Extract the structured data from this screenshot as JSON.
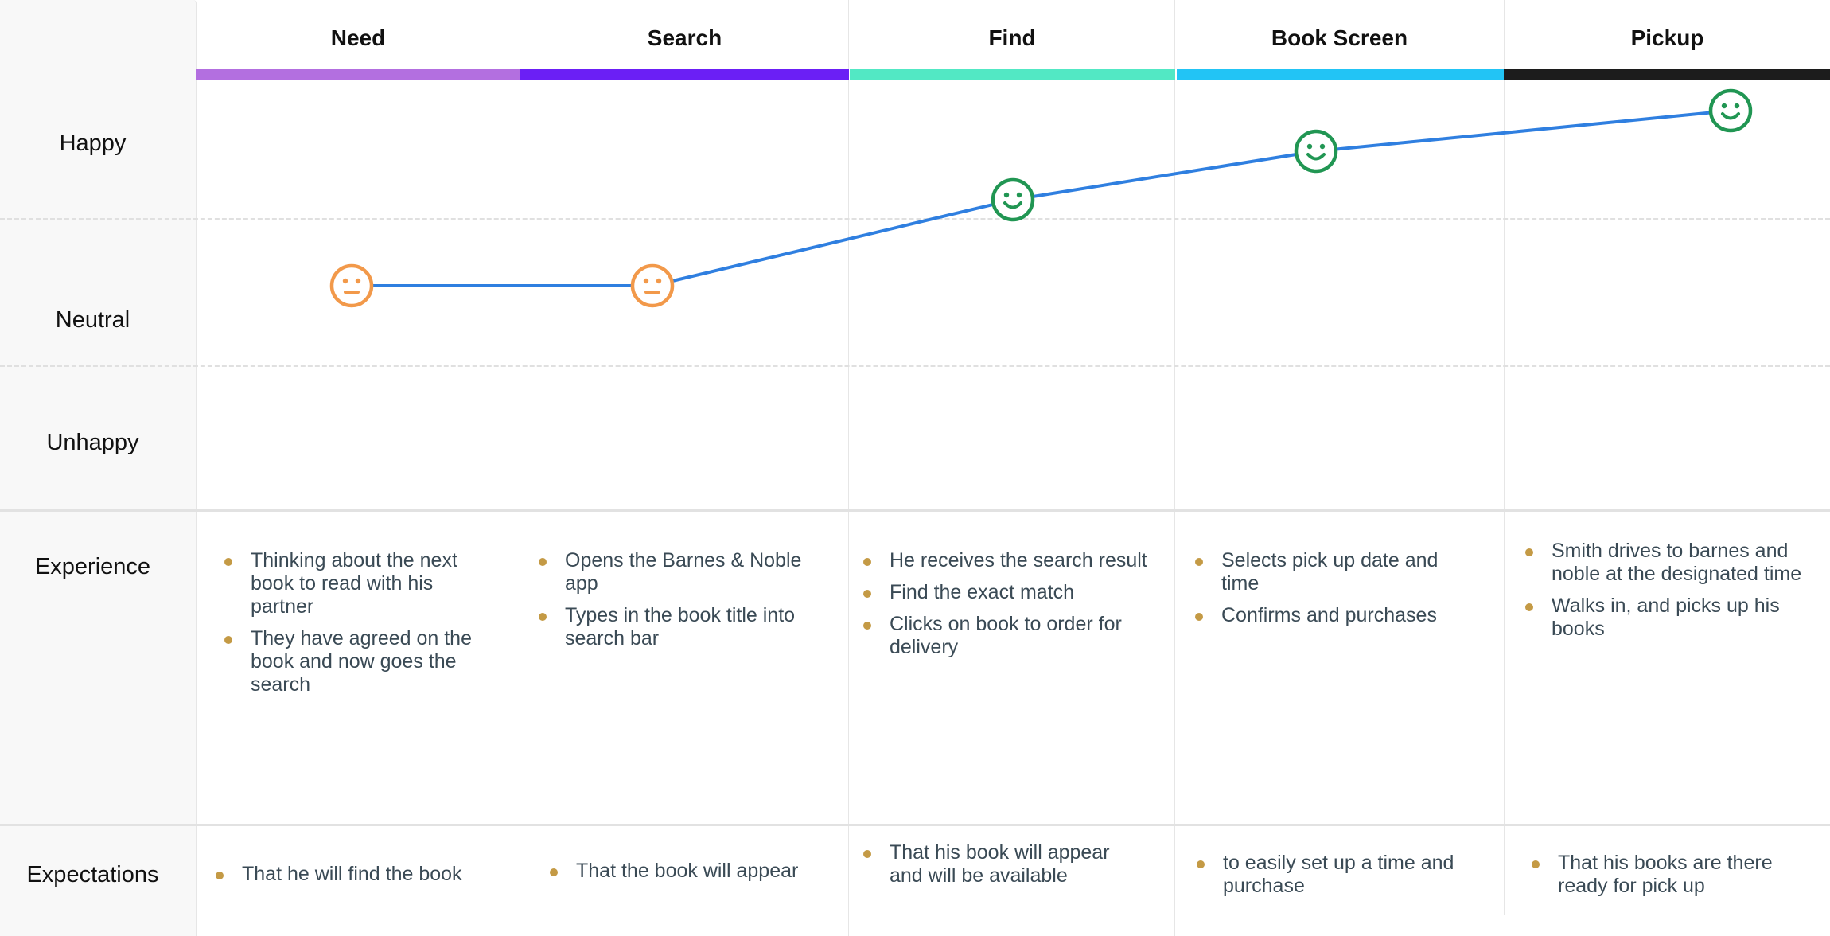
{
  "stages": [
    {
      "name": "Need",
      "color": "#b36fe0",
      "emotion": "neutral"
    },
    {
      "name": "Search",
      "color": "#6b1ff5",
      "emotion": "neutral"
    },
    {
      "name": "Find",
      "color": "#52e8c4",
      "emotion": "happy"
    },
    {
      "name": "Book Screen",
      "color": "#22c4f5",
      "emotion": "happy"
    },
    {
      "name": "Pickup",
      "color": "#1c1c1c",
      "emotion": "happy"
    }
  ],
  "emotion_rows": {
    "happy": "Happy",
    "neutral": "Neutral",
    "unhappy": "Unhappy"
  },
  "section_rows": {
    "experience": "Experience",
    "expectations": "Expectations"
  },
  "experience": [
    [
      "Thinking about the next book to read with his partner",
      "They have agreed on the book and now goes the search"
    ],
    [
      "Opens the Barnes & Noble app",
      "Types in the book title into search bar"
    ],
    [
      "He receives the search result",
      "Find the exact match",
      "Clicks on book to order for delivery"
    ],
    [
      "Selects pick up date and time",
      "Confirms and purchases"
    ],
    [
      "Smith drives to barnes and noble at the designated time",
      "Walks in, and picks up his books"
    ]
  ],
  "expectations": [
    "That he will find the book",
    "That the book will appear",
    "That his book will appear and will be available",
    "to easily set up a time and purchase",
    "That his books are there ready for pick up"
  ],
  "colors": {
    "line": "#2f7fe0",
    "neutral_face": "#f2994a",
    "happy_face": "#219653",
    "bullet": "#c49a45",
    "body_text": "#3a4a55"
  },
  "icons": {
    "neutral": "neutral-face-icon",
    "happy": "happy-face-icon"
  }
}
